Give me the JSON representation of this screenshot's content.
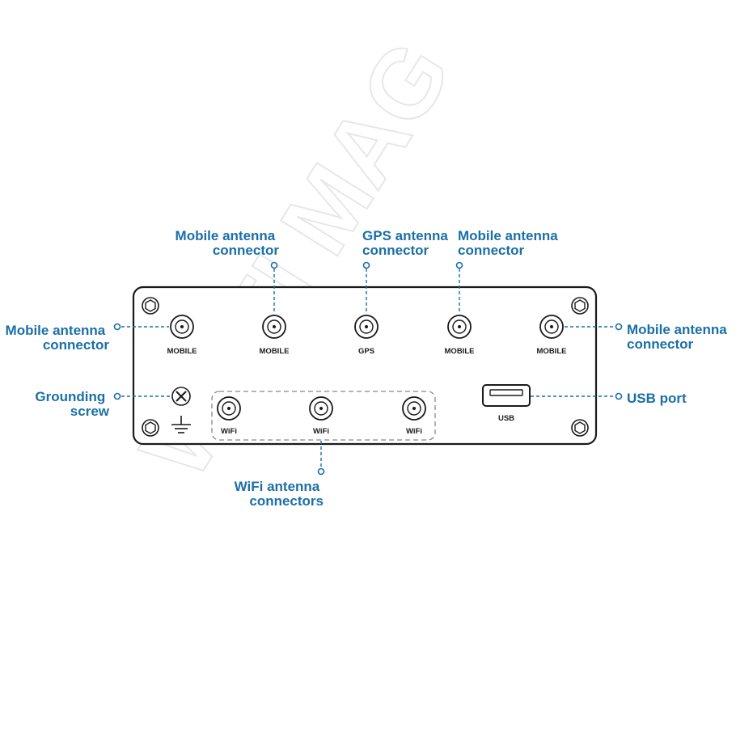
{
  "watermark": "WI-FI MAG",
  "callouts": {
    "mobile_top_left": [
      "Mobile antenna",
      "connector"
    ],
    "gps_top": [
      "GPS antenna",
      "connector"
    ],
    "mobile_top_right": [
      "Mobile antenna",
      "connector"
    ],
    "mobile_left": [
      "Mobile antenna",
      "connector"
    ],
    "mobile_right": [
      "Mobile antenna",
      "connector"
    ],
    "grounding": [
      "Grounding",
      "screw"
    ],
    "usb": [
      "USB port"
    ],
    "wifi_bottom": [
      "WiFi antenna",
      "connectors"
    ]
  },
  "ports": {
    "mobile": "MOBILE",
    "gps": "GPS",
    "wifi": "WiFi",
    "usb": "USB"
  },
  "colors": {
    "accent": "#1a6fa8",
    "outline": "#1a1a1a"
  },
  "icons": {
    "grounding": "ground-symbol-icon",
    "screw": "hex-screw-icon",
    "connector": "sma-connector-icon"
  }
}
